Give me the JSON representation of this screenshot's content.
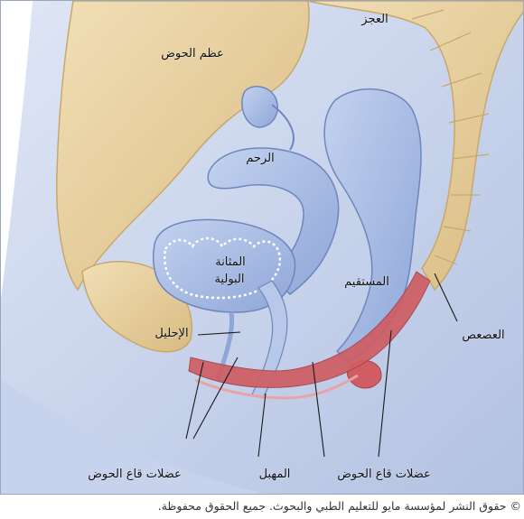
{
  "labels": {
    "sacrum": "العجز",
    "pelvic_bone": "عظم الحوض",
    "uterus": "الرحم",
    "bladder_line1": "المثانة",
    "bladder_line2": "البولية",
    "rectum": "المستقيم",
    "urethra": "الإحليل",
    "coccyx": "العصعص",
    "pelvic_floor_left": "عضلات قاع الحوض",
    "vagina": "المهبل",
    "pelvic_floor_right": "عضلات قاع الحوض"
  },
  "copyright": "© حقوق النشر لمؤسسة مايو للتعليم الطبي والبحوث. جميع الحقوق محفوظة.",
  "colors": {
    "background_blue": "#c6d1ea",
    "bone": "#e7cf9c",
    "organ": "#a9bde4",
    "muscle": "#cf5d63"
  }
}
